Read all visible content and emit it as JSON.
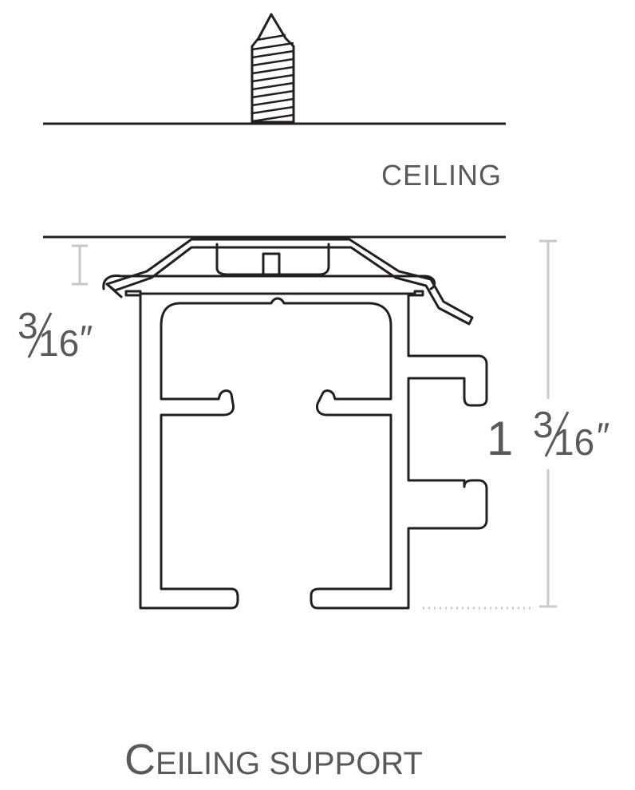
{
  "labels": {
    "ceiling": "CEILING",
    "gap_dimension": {
      "numerator": "3",
      "denominator": "16",
      "inch_mark": "″"
    },
    "height_dimension": {
      "whole": "1",
      "numerator": "3",
      "denominator": "16",
      "inch_mark": "″"
    },
    "caption": {
      "initial": "C",
      "rest": "EILING SUPPORT"
    }
  },
  "colors": {
    "line": "#231f20",
    "dimension": "#c8c9ca",
    "text": "#58595b"
  }
}
